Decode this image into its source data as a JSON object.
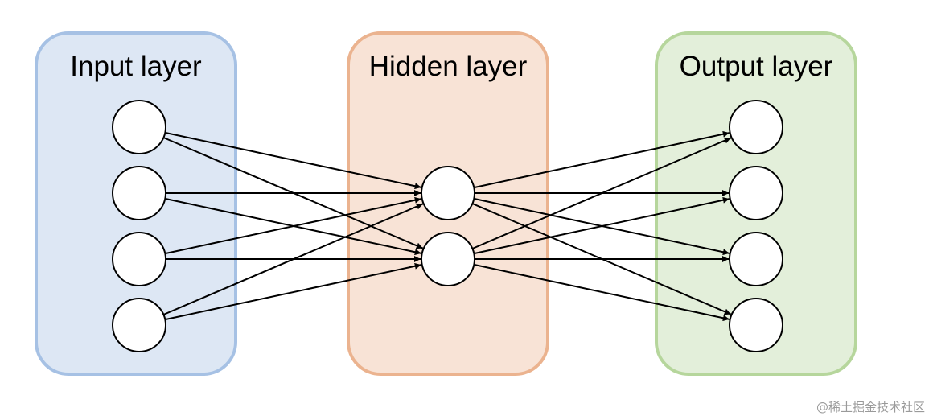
{
  "layers": [
    {
      "id": "input",
      "title": "Input layer",
      "node_count": 4,
      "fill": "#dde7f4",
      "stroke": "#a6c1e4"
    },
    {
      "id": "hidden",
      "title": "Hidden layer",
      "node_count": 2,
      "fill": "#f8e3d6",
      "stroke": "#ebb38f"
    },
    {
      "id": "output",
      "title": "Output layer",
      "node_count": 4,
      "fill": "#e3efda",
      "stroke": "#b6d69c"
    }
  ],
  "connections": "fully-connected",
  "node_style": {
    "fill": "#ffffff",
    "stroke": "#000000"
  },
  "edge_color": "#000000",
  "watermark": "@稀土掘金技术社区"
}
